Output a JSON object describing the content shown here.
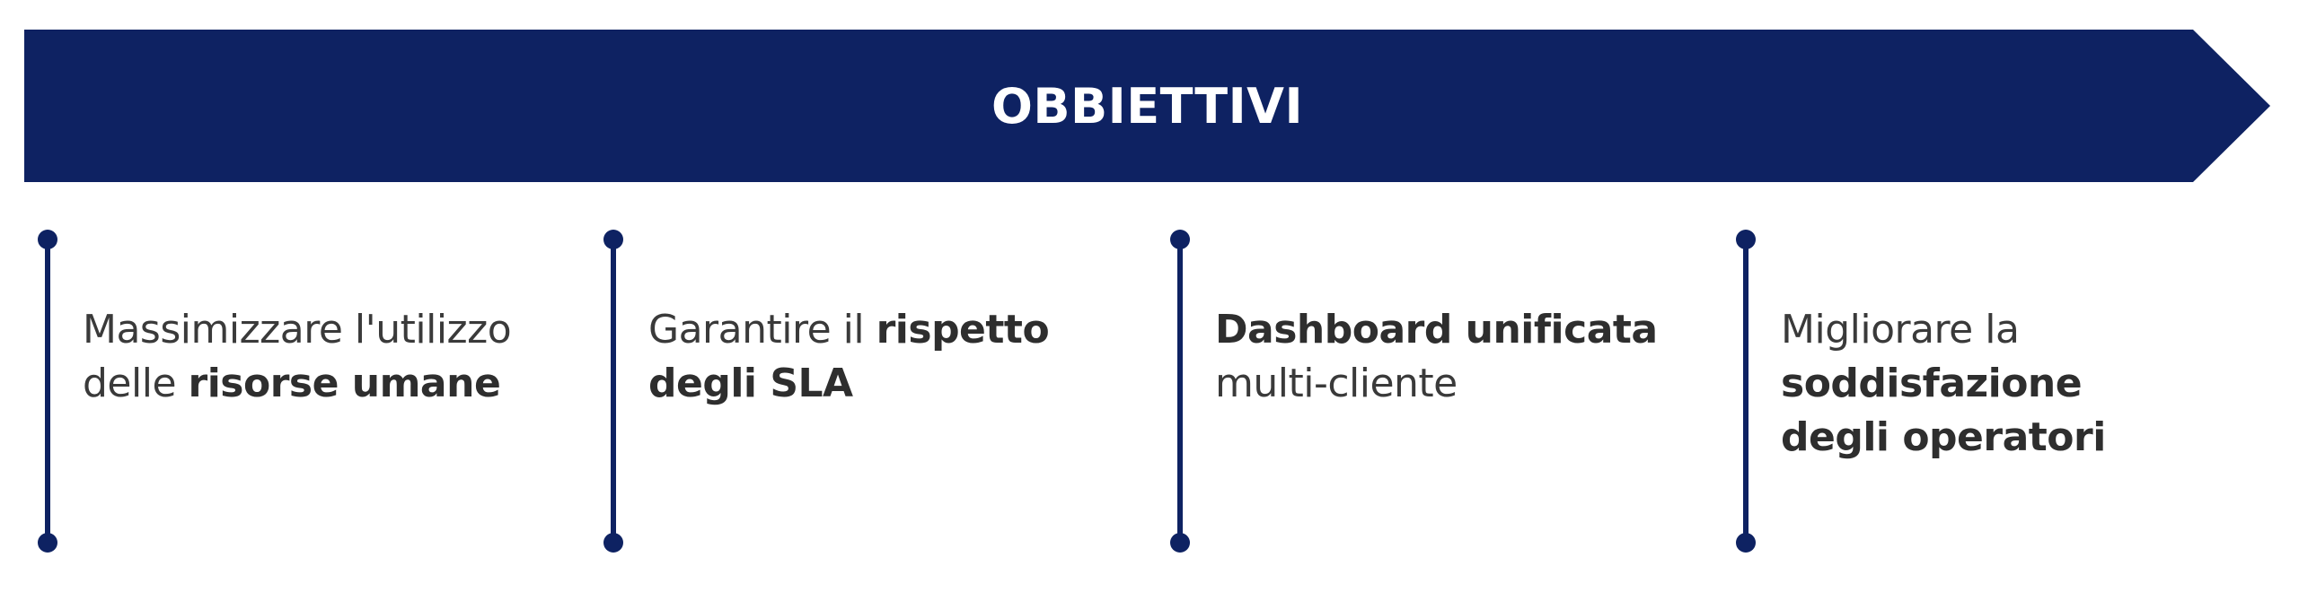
{
  "banner": {
    "title": "OBBIETTIVI",
    "color": "#0e2262",
    "text_color": "#ffffff"
  },
  "objectives": [
    {
      "lines": [
        [
          {
            "text": "Massimizzare l'utilizzo",
            "bold": false
          }
        ],
        [
          {
            "text": "delle ",
            "bold": false
          },
          {
            "text": "risorse umane",
            "bold": true
          }
        ]
      ]
    },
    {
      "lines": [
        [
          {
            "text": "Garantire il ",
            "bold": false
          },
          {
            "text": "rispetto",
            "bold": true
          }
        ],
        [
          {
            "text": "degli SLA",
            "bold": true
          }
        ]
      ]
    },
    {
      "lines": [
        [
          {
            "text": "Dashboard unificata",
            "bold": true
          }
        ],
        [
          {
            "text": "multi-cliente",
            "bold": false
          }
        ]
      ]
    },
    {
      "lines": [
        [
          {
            "text": "Migliorare la",
            "bold": false
          }
        ],
        [
          {
            "text": "soddisfazione",
            "bold": true
          }
        ],
        [
          {
            "text": "degli operatori",
            "bold": true
          }
        ]
      ]
    }
  ],
  "colors": {
    "accent": "#0e2262",
    "text": "#333333",
    "background": "#ffffff"
  }
}
